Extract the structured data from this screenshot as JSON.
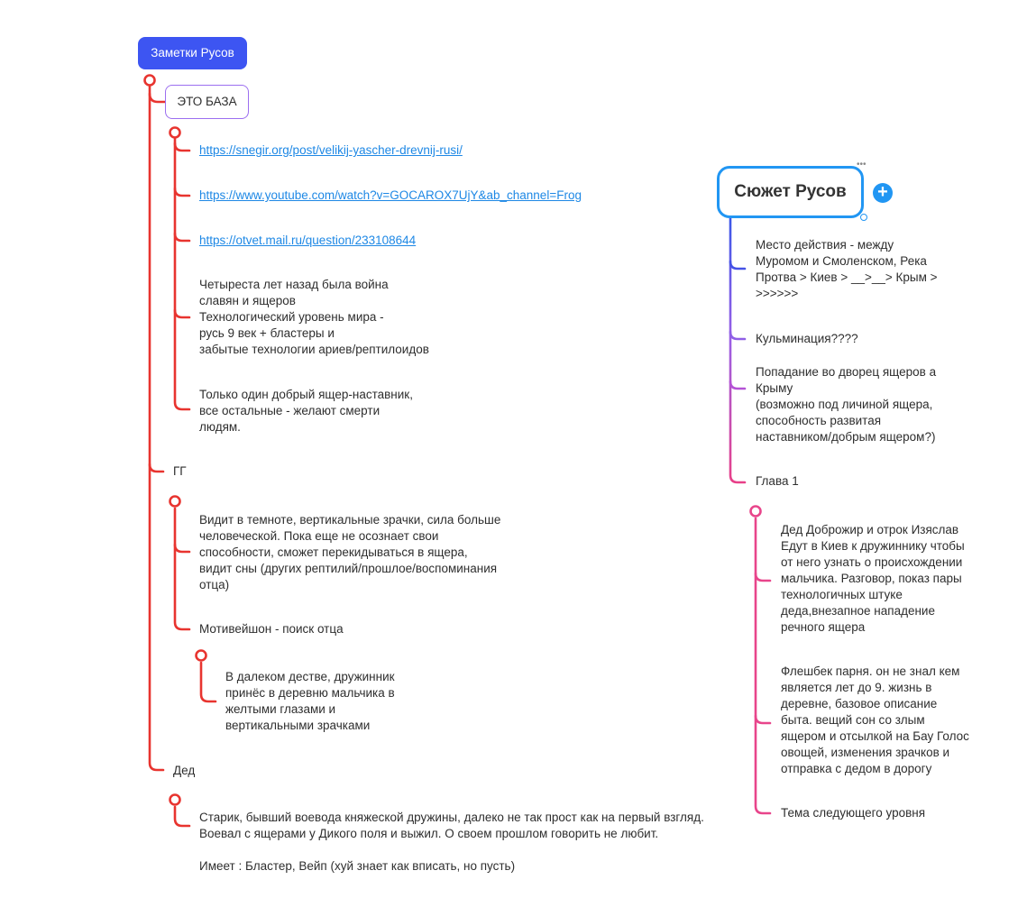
{
  "left_map": {
    "root": "Заметки Русов",
    "baza": "ЭТО БАЗА",
    "links": [
      "https://snegir.org/post/velikij-yascher-drevnij-rusi/",
      "https://www.youtube.com/watch?v=GOCAROX7UjY&ab_channel=Frog",
      "https://otvet.mail.ru/question/233108644"
    ],
    "lore": "Четыреста лет назад была война\nславян и ящеров\nТехнологический уровень мира -\nрусь 9 век + бластеры и\nзабытые технологии ариев/рептилоидов",
    "mentor": "Только один добрый ящер-наставник,\nвсе остальные - желают смерти\nлюдям.",
    "gg": "ГГ",
    "gg_abilities": "Видит в темноте, вертикальные зрачки, сила больше\nчеловеческой. Пока еще не осознает свои\nспособности, сможет перекидываться в ящера,\nвидит сны (других рептилий/прошлое/воспоминания\nотца)",
    "motivation": "Мотивейшон - поиск отца",
    "motivation_detail": "В далеком дестве, дружинник\nпринёс в деревню мальчика в\nжелтыми глазами и\nвертикальными зрачками",
    "ded": "Дед",
    "ded_desc": "Старик, бывший воевода княжеской дружины, далеко не так прост как на первый взгляд.\nВоевал с ящерами у Дикого поля и выжил. О своем прошлом говорить не любит.\n\nИмеет : Бластер, Вейп (хуй знает как вписать, но пусть)"
  },
  "right_map": {
    "root": "Сюжет Русов",
    "more_icon": "•••",
    "add_icon": "+",
    "setting": "Место действия - между\nМуромом и Смоленском, Река\nПротва > Киев > __>__> Крым >\n>>>>>>",
    "climax": "Кульминация????",
    "palace": "Попадание во дворец ящеров а\nКрыму\n(возможно под личиной ящера,\nспособность развитая\nнаставником/добрым ящером?)",
    "chapter1": "Глава 1",
    "ch1_trip": "Дед Доброжир и отрок Изяслав\nЕдут в Киев к дружиннику чтобы\nот него узнать о происхождении\nмальчика. Разговор,  показ пары\nтехнологичных штуке\nдеда,внезапное нападение\nречного ящера",
    "ch1_flashback": "Флешбек парня. он не знал кем\nявляется лет до 9. жизнь в\nдеревне, базовое описание\nбыта. вещий сон со злым\nящером и отсылкой на Бау Голос\nовощей, изменения зрачков и\nотправка с дедом в дорогу",
    "ch1_next": "Тема следующего уровня"
  },
  "colors": {
    "left_branch": "#e8342f",
    "root_fill": "#3d55f2",
    "baza_border": "#9c6ff0",
    "link": "#1e88e5",
    "right_root_border": "#2196f3",
    "right_grad_top": "#3b57e8",
    "right_grad_mid": "#9a5fe6",
    "right_grad_bottom": "#ea3f86"
  }
}
